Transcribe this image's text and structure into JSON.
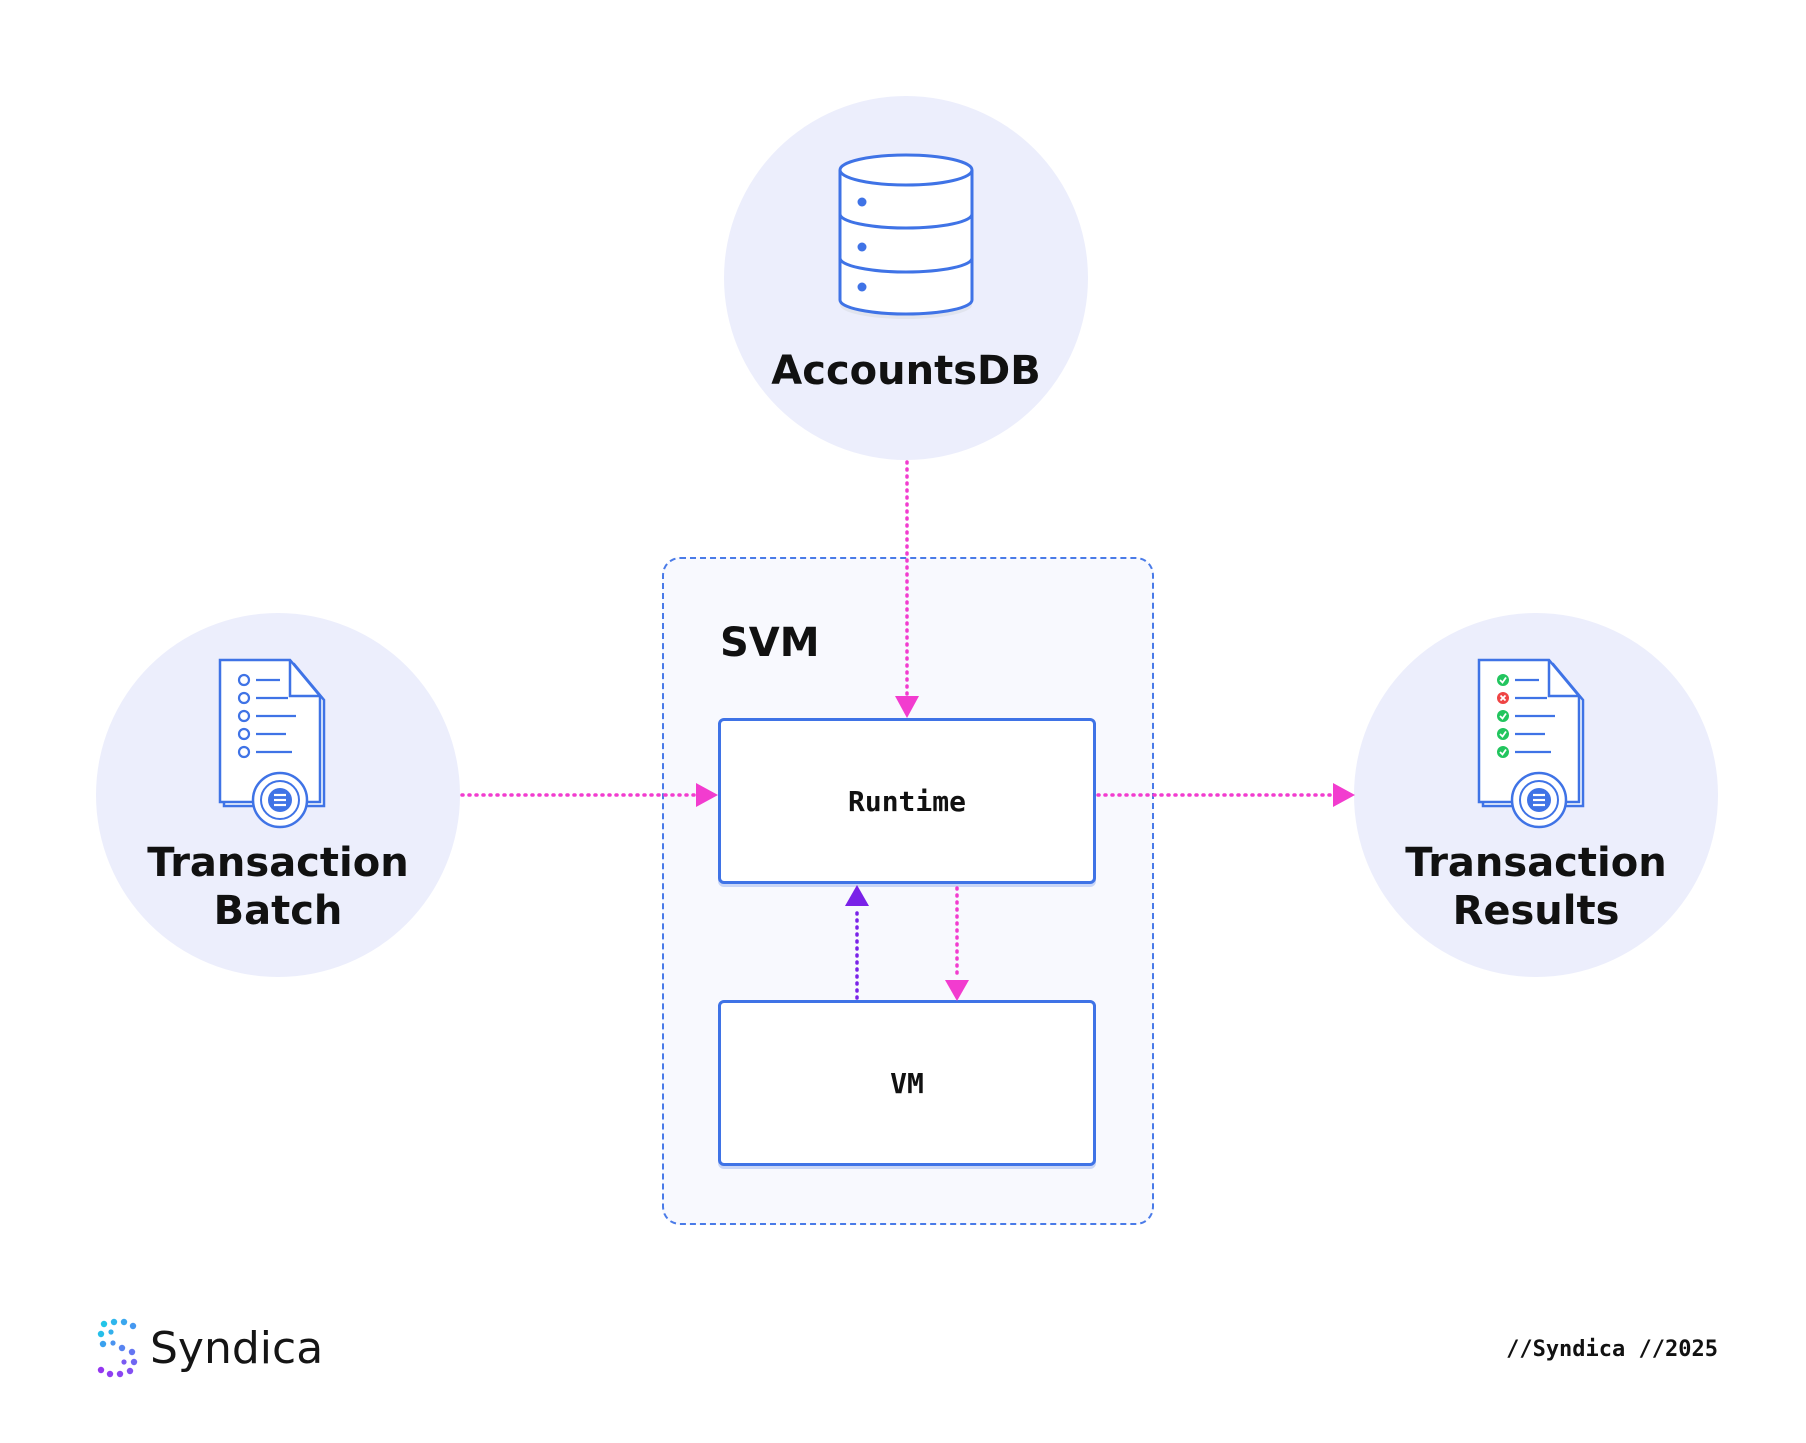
{
  "nodes": {
    "accounts_db": {
      "label": "AccountsDB"
    },
    "transaction_batch": {
      "label_line1": "Transaction",
      "label_line2": "Batch"
    },
    "transaction_results": {
      "label_line1": "Transaction",
      "label_line2": "Results"
    }
  },
  "svm": {
    "title": "SVM",
    "runtime_label": "Runtime",
    "vm_label": "VM"
  },
  "footer": {
    "brand_name": "Syndica",
    "tagline": "//Syndica //2025"
  },
  "colors": {
    "circle_bg": "#eceefc",
    "container_border": "#4a7be8",
    "box_border": "#3f73e6",
    "arrow_pink": "#f23ccf",
    "arrow_purple": "#7a22e8",
    "icon_blue": "#3f73e6",
    "check_green": "#22c55e",
    "fail_red": "#ef4444"
  },
  "icons": [
    "database-icon",
    "document-list-icon",
    "document-results-icon",
    "syndica-logo-icon"
  ]
}
